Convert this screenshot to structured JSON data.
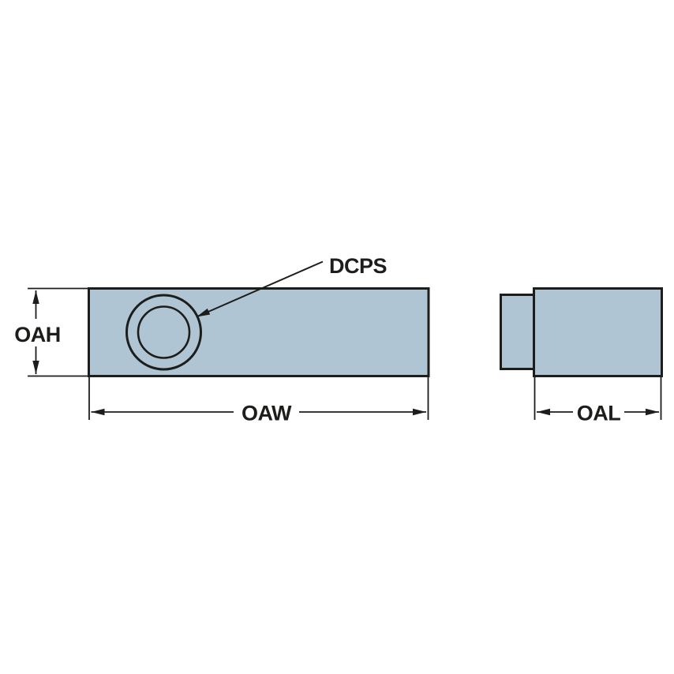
{
  "drawing": {
    "type": "technical-dimension-diagram",
    "views": {
      "front_view": "rectangular block with concentric circular hole",
      "side_view": "stepped block profile"
    },
    "labels": {
      "dcps": "DCPS",
      "oah": "OAH",
      "oaw": "OAW",
      "oal": "OAL"
    },
    "colors": {
      "shape_fill": "#b0c5d3",
      "line": "#1d1d1b",
      "text": "#1d1d1b",
      "background": "#ffffff"
    }
  }
}
